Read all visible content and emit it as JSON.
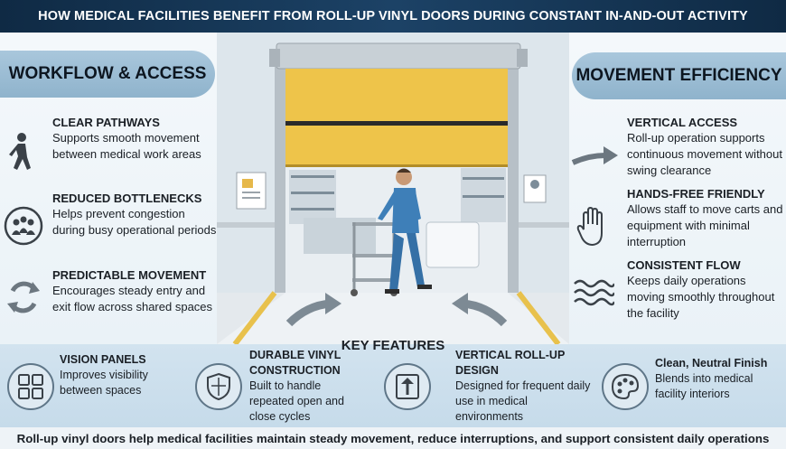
{
  "header": {
    "title": "HOW MEDICAL FACILITIES BENEFIT FROM ROLL-UP VINYL DOORS DURING CONSTANT IN-AND-OUT ACTIVITY"
  },
  "left": {
    "heading": "WORKFLOW & ACCESS",
    "items": [
      {
        "title": "CLEAR PATHWAYS",
        "desc": "Supports smooth movement between medical work areas",
        "icon": "walking-person-icon"
      },
      {
        "title": "REDUCED BOTTLENECKS",
        "desc": "Helps prevent congestion during busy operational periods",
        "icon": "group-people-icon"
      },
      {
        "title": "PREDICTABLE MOVEMENT",
        "desc": "Encourages steady entry and exit flow across shared spaces",
        "icon": "cycle-arrows-icon"
      }
    ]
  },
  "right": {
    "heading": "MOVEMENT EFFICIENCY",
    "items": [
      {
        "title": "VERTICAL ACCESS",
        "desc": "Roll-up operation supports continuous movement without swing clearance",
        "icon": "curved-arrow-icon"
      },
      {
        "title": "HANDS-FREE FRIENDLY",
        "desc": "Allows staff to move carts and equipment with minimal interruption",
        "icon": "hand-icon"
      },
      {
        "title": "CONSISTENT FLOW",
        "desc": "Keeps daily operations moving smoothly throughout the facility",
        "icon": "waves-icon"
      }
    ]
  },
  "features": {
    "heading": "KEY FEATURES",
    "items": [
      {
        "title": "VISION PANELS",
        "desc": "Improves visibility between spaces",
        "icon": "grid-panels-icon"
      },
      {
        "title": "DURABLE VINYL CONSTRUCTION",
        "desc": "Built to handle repeated open and close cycles",
        "icon": "shield-icon"
      },
      {
        "title": "VERTICAL ROLL-UP DESIGN",
        "desc": "Designed for frequent daily use in medical environments",
        "icon": "up-arrow-icon"
      },
      {
        "title": "Clean, Neutral Finish",
        "desc": "Blends into medical facility interiors",
        "icon": "palette-icon"
      }
    ]
  },
  "footer": {
    "text": "Roll-up vinyl doors help medical facilities maintain steady movement, reduce interruptions, and support consistent daily operations"
  },
  "colors": {
    "header_bg": "#1c4266",
    "pill": "#a9c7dc",
    "door": "#eec44a",
    "floor_stripe": "#e8c14c",
    "scrubs": "#3e7fb8"
  }
}
